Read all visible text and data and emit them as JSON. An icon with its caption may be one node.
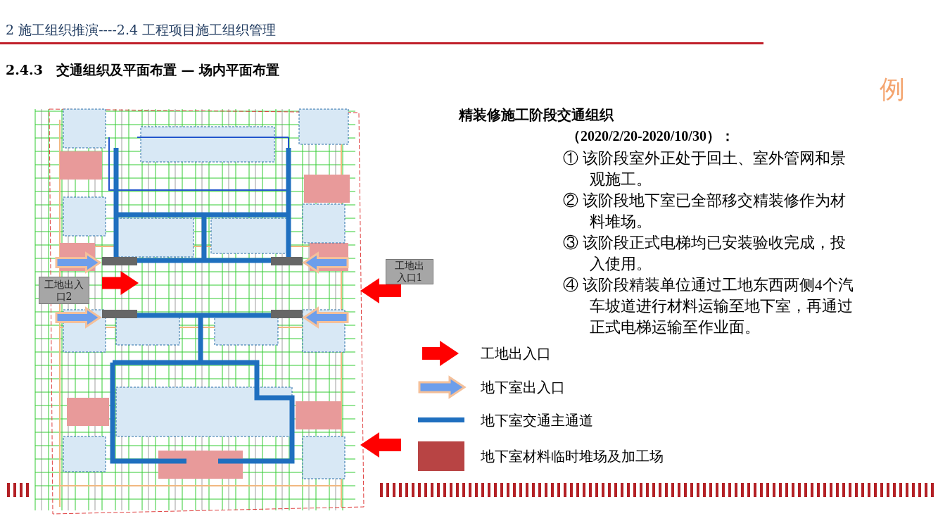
{
  "diagram": {
    "title": "2 施工组织推演----2.4 工程项目施工组织管理",
    "nodes": [
      {
        "text": [],
        "shape": "picture"
      },
      {
        "text": [
          "工地出入口1"
        ]
      },
      {
        "text": [
          "工地出入口2"
        ],
        "in": 0
      }
    ],
    "labels": [
      "2.4.3　交通组织及平面布置 — 场内平面布置",
      "例",
      "精装修施工阶段交通组织",
      "（2020/2/20-2020/10/30）：",
      "① 该阶段室外正处于回土、室外管网和景观施工。",
      "② 该阶段地下室已全部移交精装修作为材料堆场。",
      "③ 该阶段正式电梯均已安装验收完成，投入使用。",
      "④ 该阶段精装单位通过工地东西两侧4个汽车坡道进行材料运输至地下室，再通过正式电梯运输至作业面。"
    ],
    "legend": [
      {
        "text": "工地出入口"
      },
      {
        "text": "地下室出入口"
      },
      {
        "text": "地下室交通主通道"
      },
      {
        "text": "地下室材料临时堆场及加工场",
        "color": "#b84444"
      }
    ]
  }
}
